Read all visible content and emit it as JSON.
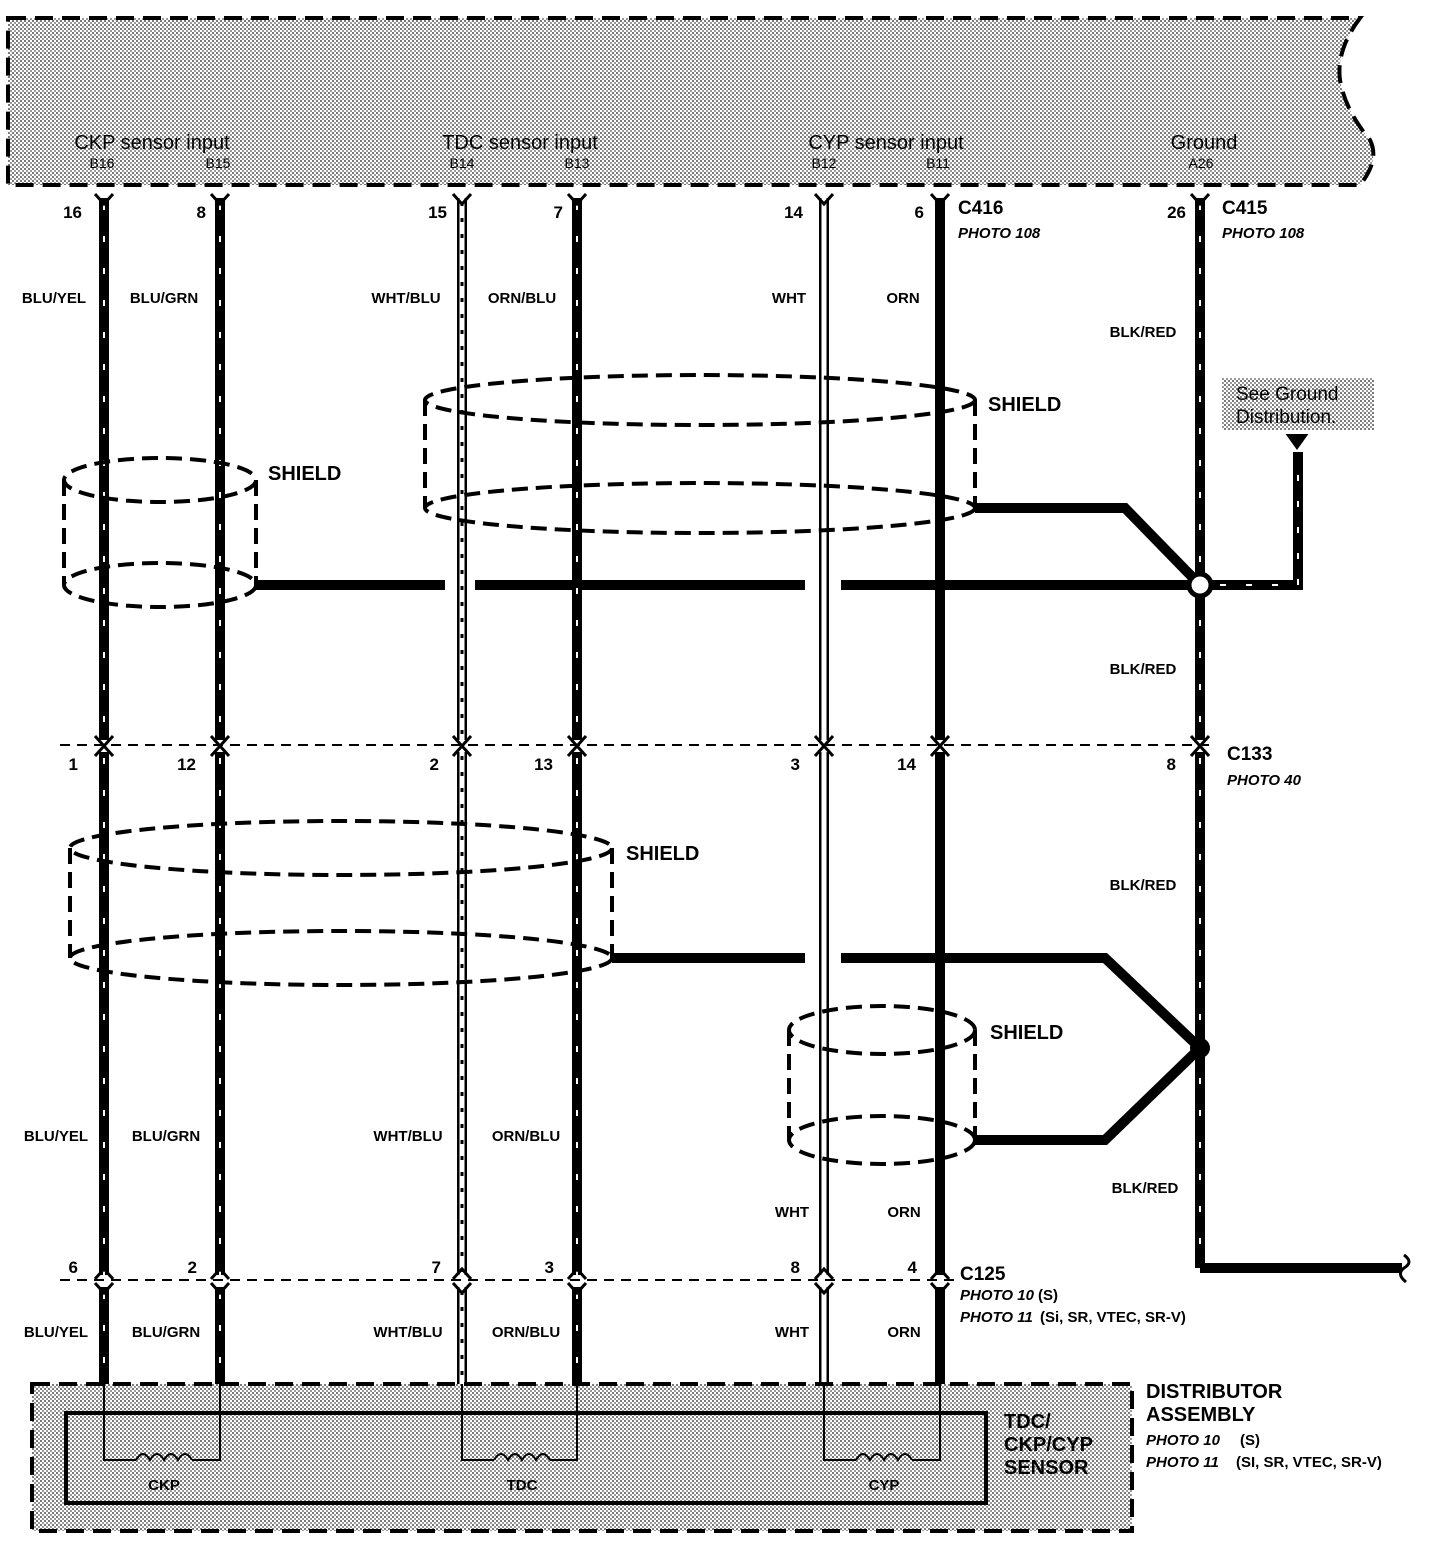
{
  "ecm": {
    "groups": [
      {
        "title": "CKP sensor input",
        "pins": [
          "B16",
          "B15"
        ]
      },
      {
        "title": "TDC sensor input",
        "pins": [
          "B14",
          "B13"
        ]
      },
      {
        "title": "CYP sensor input",
        "pins": [
          "B12",
          "B11"
        ]
      },
      {
        "title": "Ground",
        "pins": [
          "A26"
        ]
      }
    ]
  },
  "connectors": {
    "c416": {
      "id": "C416",
      "photo": "PHOTO 108",
      "pins": [
        "16",
        "8",
        "15",
        "7",
        "14",
        "6"
      ]
    },
    "c415": {
      "id": "C415",
      "photo": "PHOTO 108",
      "pins": [
        "26"
      ]
    },
    "c133": {
      "id": "C133",
      "photo": "PHOTO 40",
      "pins": [
        "1",
        "12",
        "2",
        "13",
        "3",
        "14",
        "8"
      ]
    },
    "c125": {
      "id": "C125",
      "photo1": "PHOTO 10",
      "photo1_suffix": "(S)",
      "photo2": "PHOTO 11",
      "photo2_suffix": "(Si, SR, VTEC, SR-V)",
      "pins": [
        "6",
        "2",
        "7",
        "3",
        "8",
        "4"
      ]
    }
  },
  "wire_colors": {
    "top": [
      "BLU/YEL",
      "BLU/GRN",
      "WHT/BLU",
      "ORN/BLU",
      "WHT",
      "ORN"
    ],
    "middle": [
      "BLU/YEL",
      "BLU/GRN",
      "WHT/BLU",
      "ORN/BLU",
      "WHT",
      "ORN"
    ],
    "bottom": [
      "BLU/YEL",
      "BLU/GRN",
      "WHT/BLU",
      "ORN/BLU",
      "WHT",
      "ORN"
    ],
    "ground": [
      "BLK/RED",
      "BLK/RED",
      "BLK/RED",
      "BLK/RED"
    ]
  },
  "shield_label": "SHIELD",
  "ground_note": {
    "line1": "See Ground",
    "line2": "Distribution."
  },
  "distributor": {
    "title_line1": "DISTRIBUTOR",
    "title_line2": "ASSEMBLY",
    "photo1": "PHOTO 10",
    "photo1_suffix": "(S)",
    "photo2": "PHOTO 11",
    "photo2_suffix": "(SI, SR, VTEC, SR-V)",
    "sensor_line1": "TDC/",
    "sensor_line2": "CKP/CYP",
    "sensor_line3": "SENSOR",
    "coils": [
      "CKP",
      "TDC",
      "CYP"
    ]
  },
  "colors": {
    "ink": "#000000",
    "stipple": "#c4c4c4",
    "paper": "#ffffff"
  }
}
